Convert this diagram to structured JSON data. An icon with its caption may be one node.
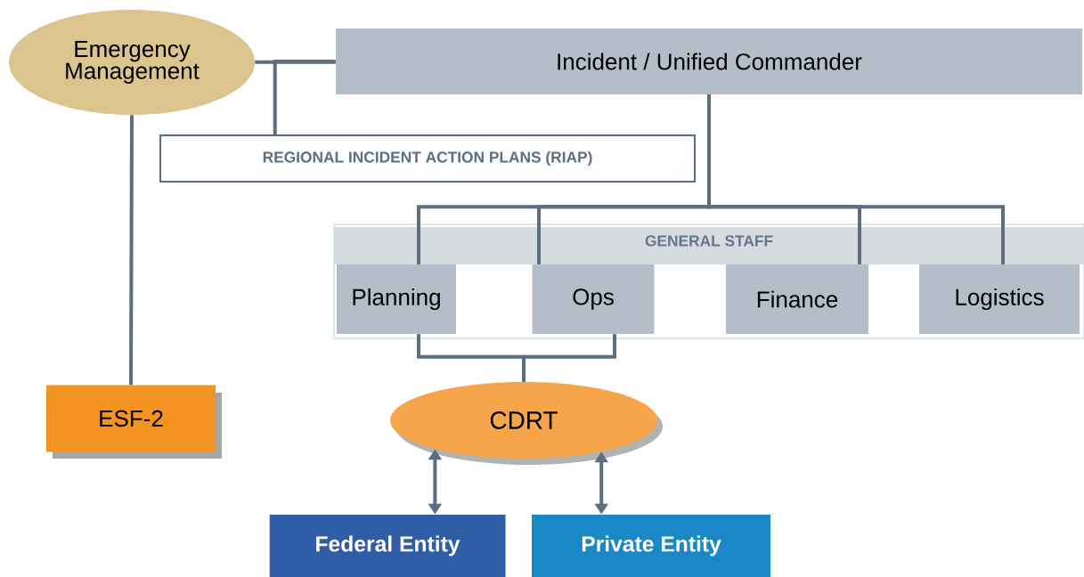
{
  "diagram": {
    "nodes": [
      {
        "text": [
          "Emergency Management"
        ]
      },
      {
        "text": [
          "Incident / Unified Commander"
        ]
      },
      {
        "text": [
          "REGIONAL INCIDENT ACTION PLANS (RIAP)"
        ]
      },
      {
        "text": [
          "GENERAL STAFF"
        ]
      },
      {
        "text": [
          "Planning"
        ],
        "in": 3
      },
      {
        "text": [
          "Ops"
        ],
        "in": 3
      },
      {
        "text": [
          "Finance"
        ],
        "in": 3
      },
      {
        "text": [
          "Logistics"
        ],
        "in": 3
      },
      {
        "text": [
          "ESF-2"
        ]
      },
      {
        "text": [
          "CDRT"
        ]
      },
      {
        "text": [
          "Federal Entity"
        ]
      },
      {
        "text": [
          "Private Entity"
        ]
      }
    ],
    "edges": [
      {
        "from": 0,
        "to": 1,
        "arrow": "none"
      },
      {
        "from": 1,
        "to": 2,
        "arrow": "none"
      },
      {
        "from": 0,
        "to": 8,
        "arrow": "none"
      },
      {
        "from": 1,
        "to": 4,
        "arrow": "none"
      },
      {
        "from": 1,
        "to": 5,
        "arrow": "none"
      },
      {
        "from": 1,
        "to": 6,
        "arrow": "none"
      },
      {
        "from": 1,
        "to": 7,
        "arrow": "none"
      },
      {
        "from": 4,
        "to": 9,
        "arrow": "none"
      },
      {
        "from": 5,
        "to": 9,
        "arrow": "none"
      },
      {
        "from": 9,
        "to": 10,
        "arrow": "both"
      },
      {
        "from": 9,
        "to": 11,
        "arrow": "both"
      }
    ]
  }
}
